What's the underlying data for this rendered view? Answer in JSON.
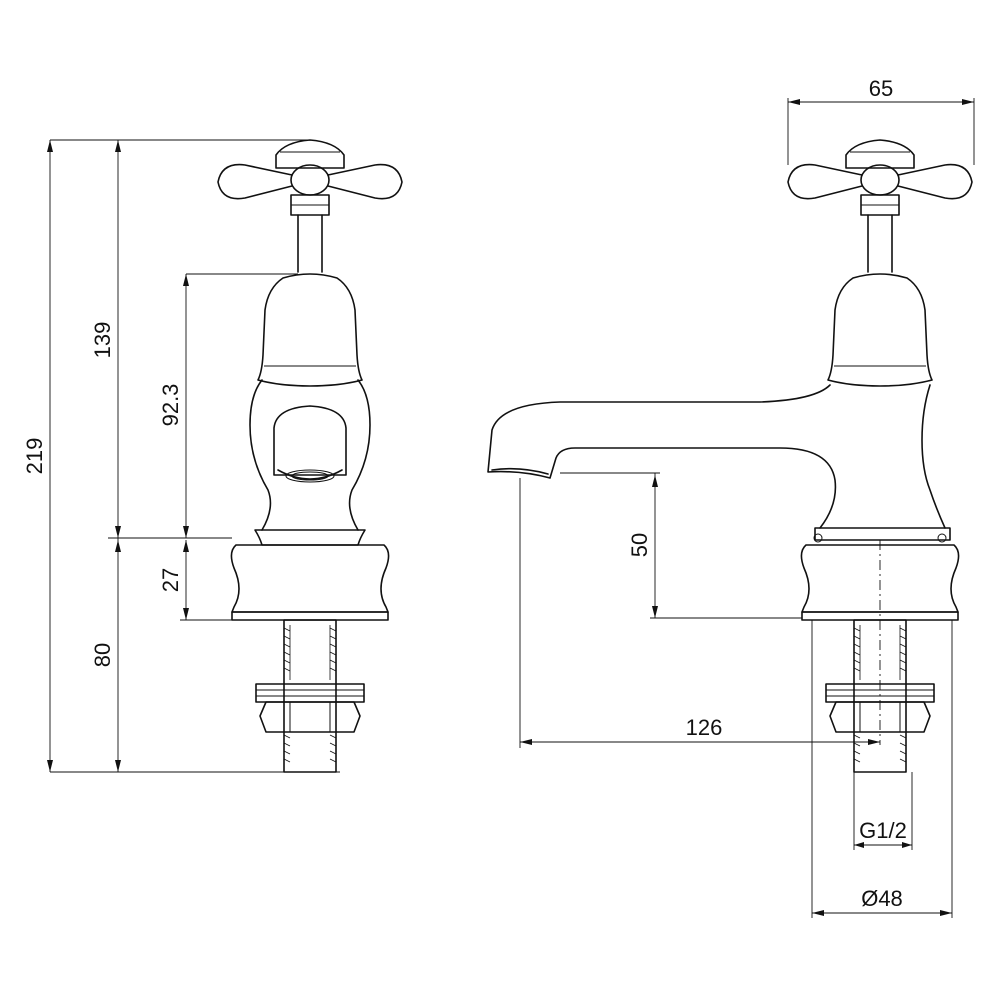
{
  "dimensions": {
    "overall_height": "219",
    "upper_height": "139",
    "body_height": "92.3",
    "base_height": "27",
    "shank_length": "80",
    "handle_width": "65",
    "spout_clearance": "50",
    "spout_projection": "126",
    "thread_size": "G1/2",
    "base_diameter": "Ø48"
  }
}
